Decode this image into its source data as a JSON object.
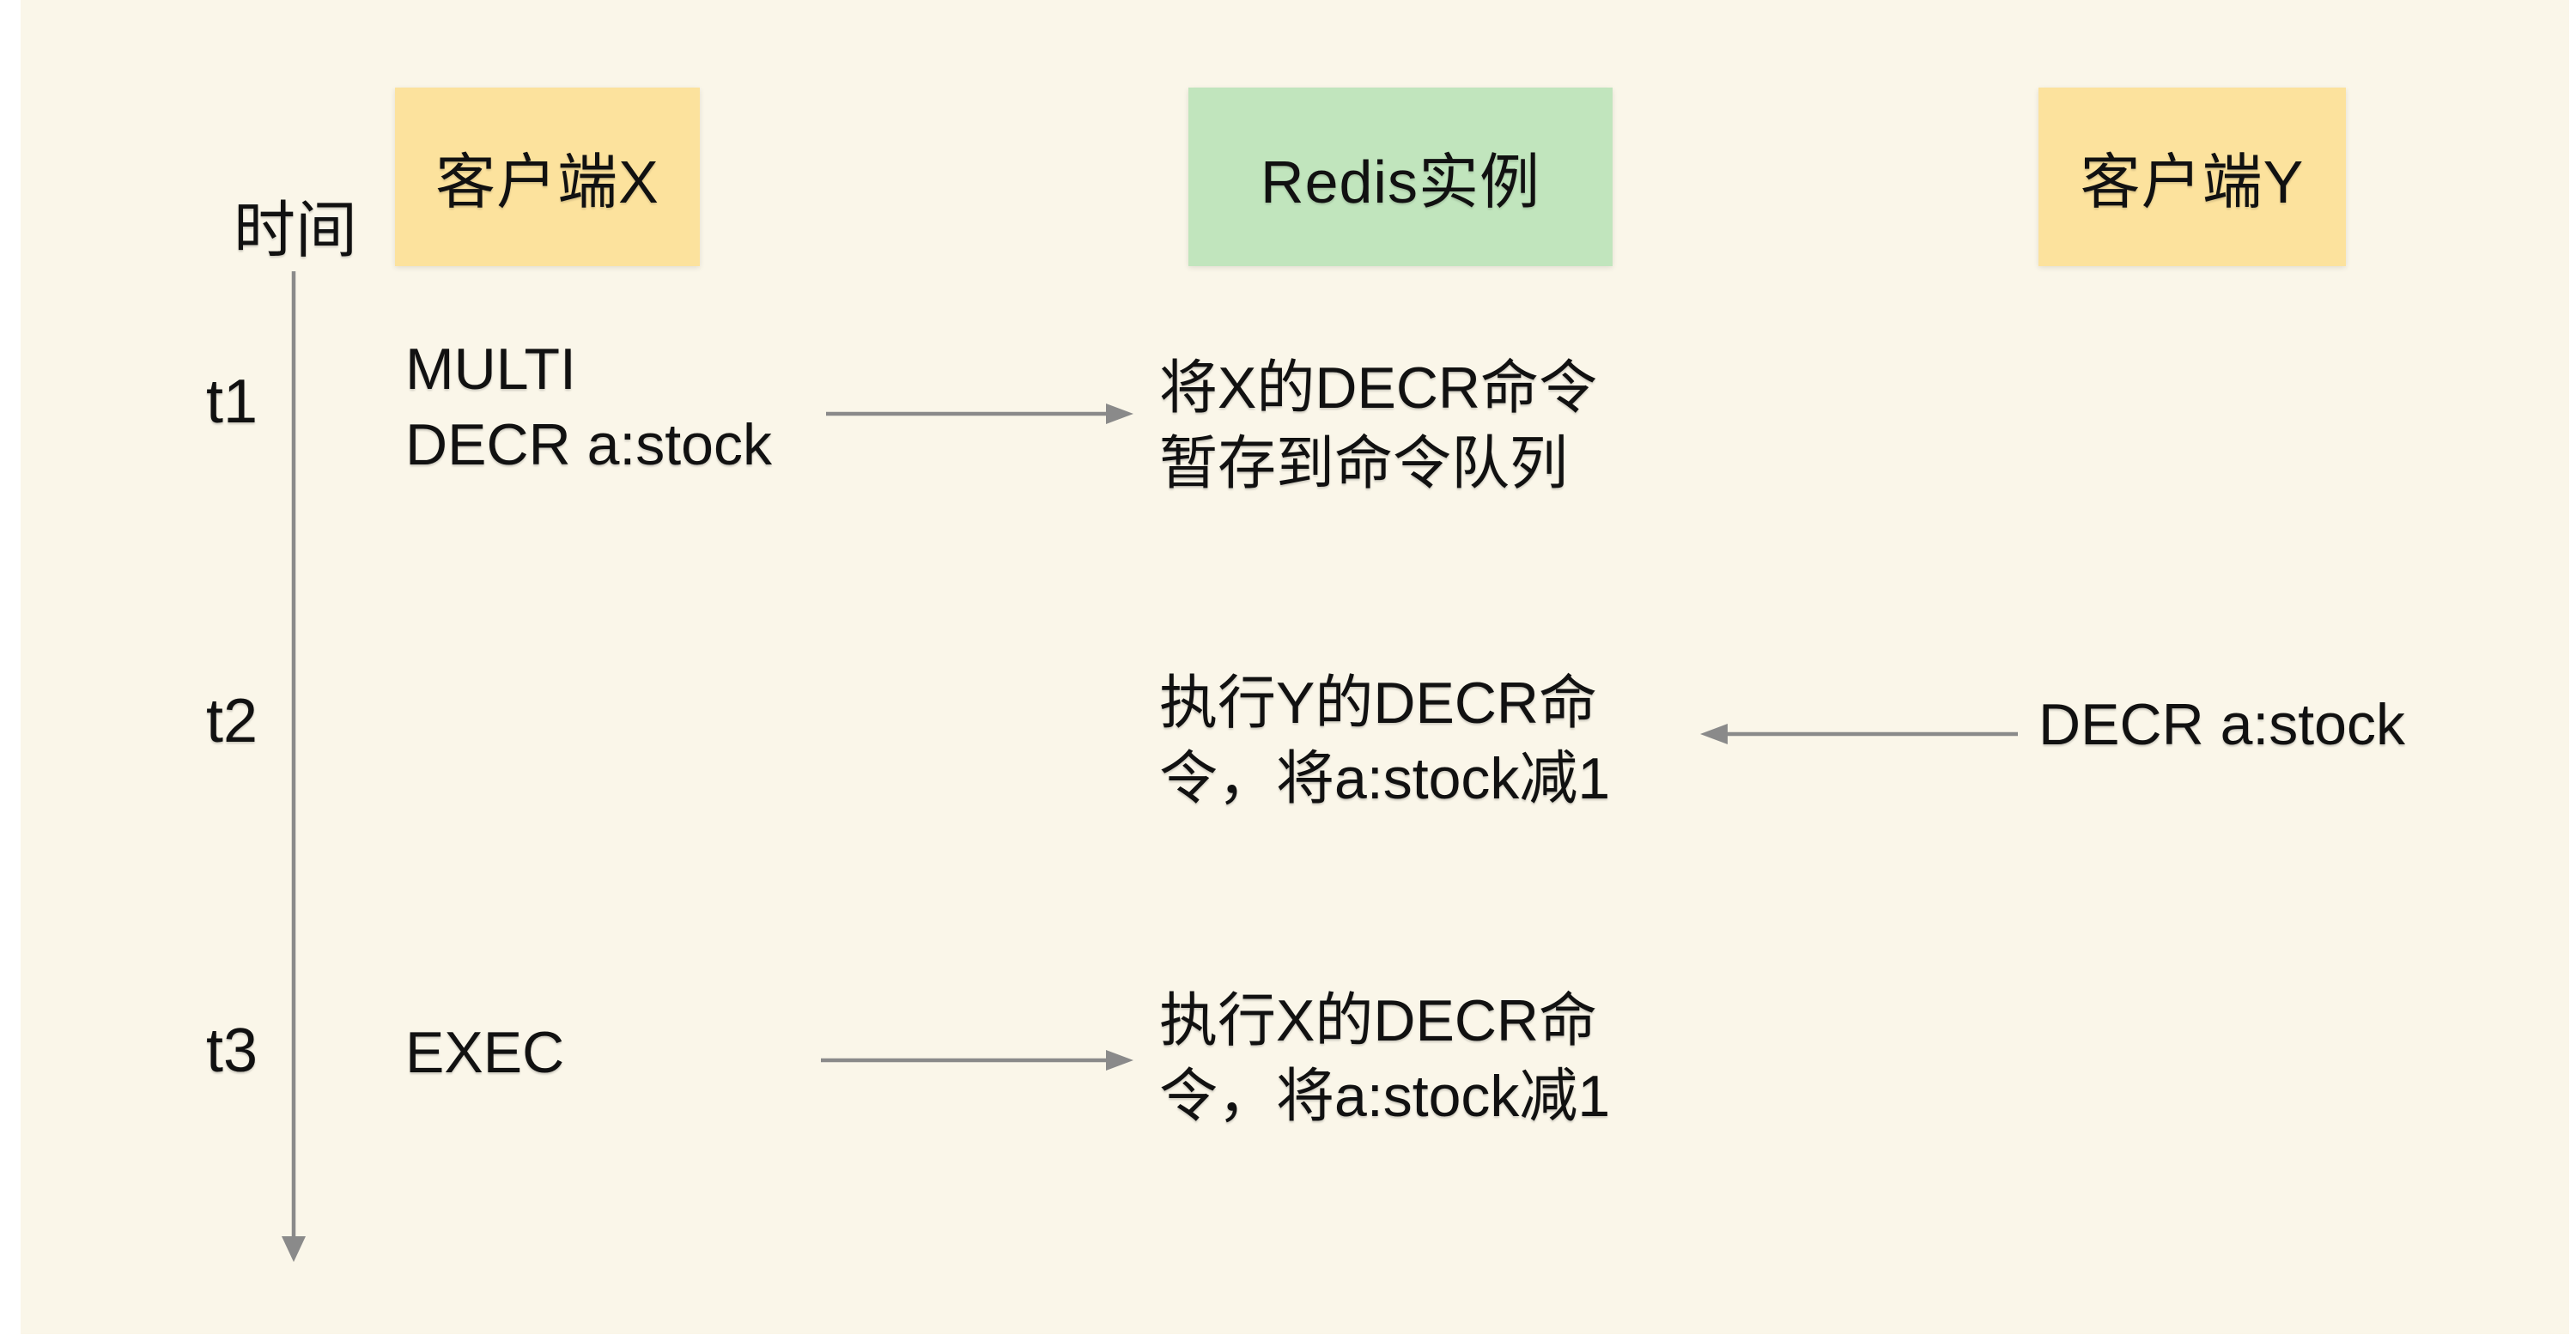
{
  "colors": {
    "page_background": "#ffffff",
    "canvas_background": "#faf6e9",
    "actor_yellow": "#fce29d",
    "actor_green": "#c1e5bd",
    "text": "#111111",
    "arrow_gray": "#8a8a8a"
  },
  "timeline": {
    "label": "时间",
    "ticks": [
      "t1",
      "t2",
      "t3"
    ]
  },
  "actors": {
    "client_x": "客户端X",
    "redis": "Redis实例",
    "client_y": "客户端Y"
  },
  "rows": {
    "t1": {
      "client_x_lines": [
        "MULTI",
        "DECR a:stock"
      ],
      "redis_lines": [
        "将X的DECR命令",
        "暂存到命令队列"
      ]
    },
    "t2": {
      "redis_lines": [
        "执行Y的DECR命",
        "令，将a:stock减1"
      ],
      "client_y": "DECR a:stock"
    },
    "t3": {
      "client_x": "EXEC",
      "redis_lines": [
        "执行X的DECR命",
        "令，将a:stock减1"
      ]
    }
  }
}
